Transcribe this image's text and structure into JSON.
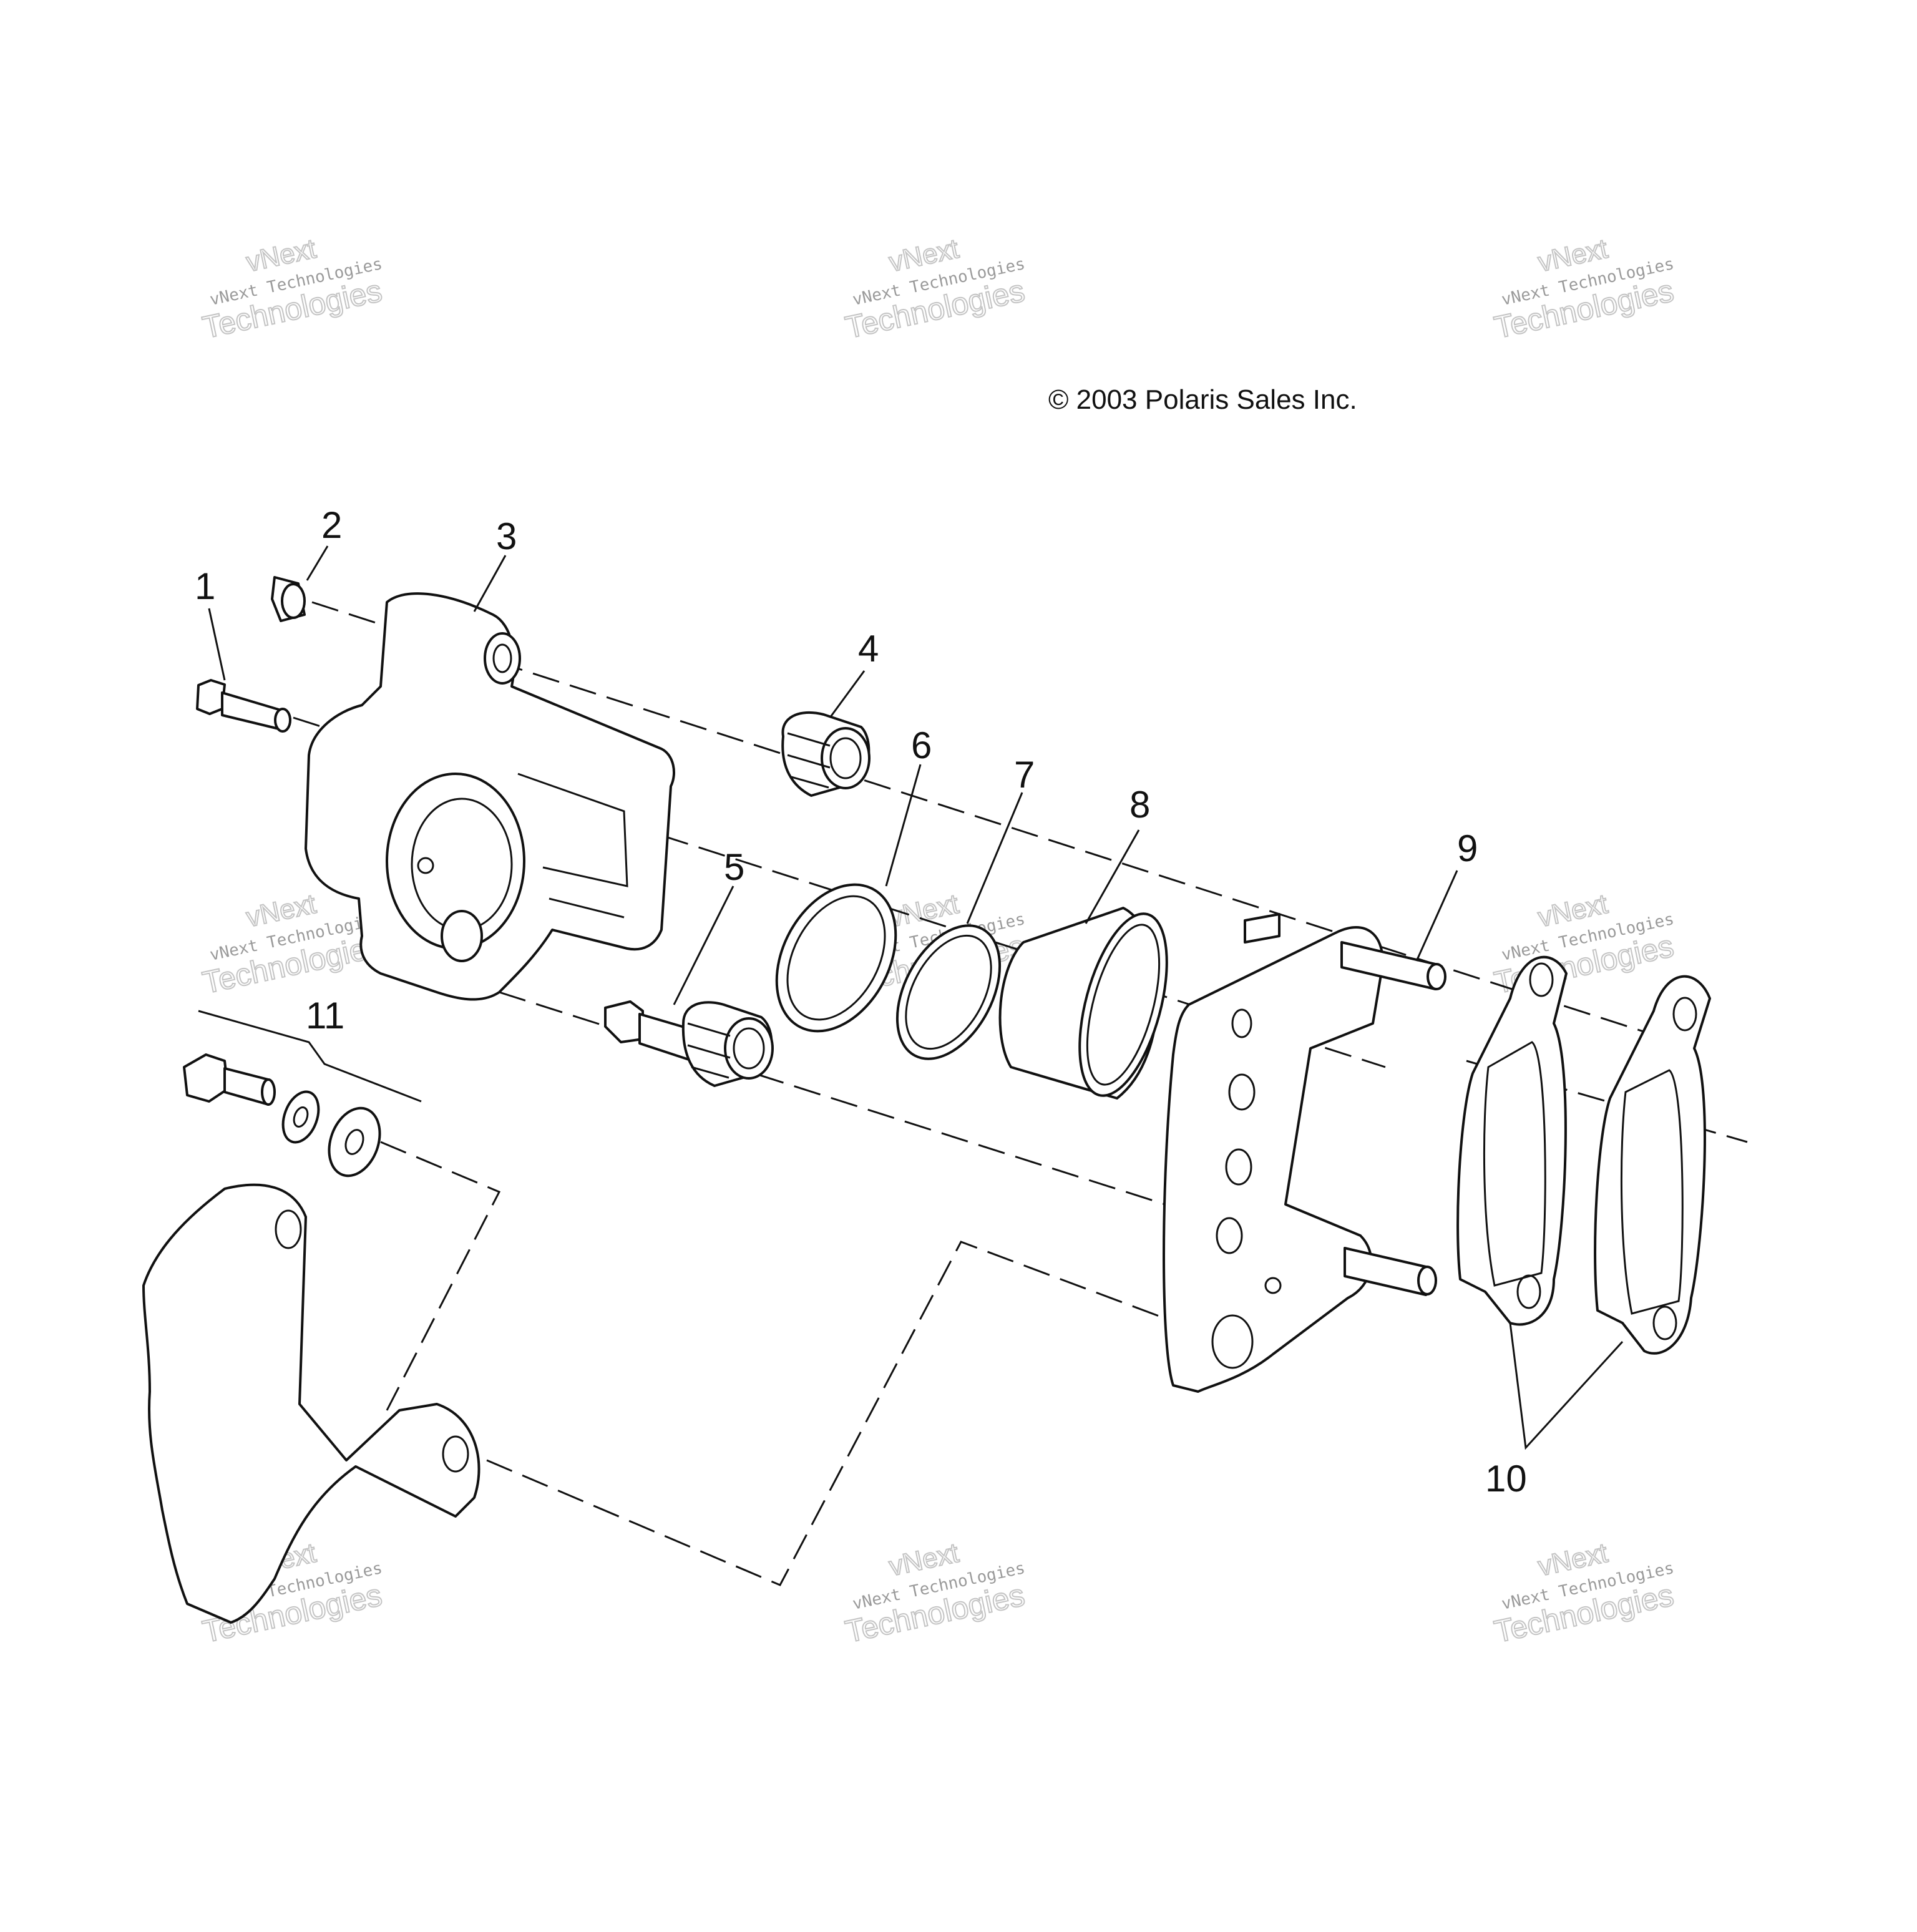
{
  "copyright": "© 2003 Polaris Sales Inc.",
  "watermark": {
    "line1": "vNext Technologies",
    "line2": "Technologies",
    "top": "vNext"
  },
  "callouts": {
    "1": "1",
    "2": "2",
    "3": "3",
    "4": "4",
    "5": "5",
    "6": "6",
    "7": "7",
    "8": "8",
    "9": "9",
    "10": "10",
    "11": "11"
  },
  "colors": {
    "line": "#111111",
    "watermark": "#c4c4c4",
    "background": "#ffffff"
  }
}
